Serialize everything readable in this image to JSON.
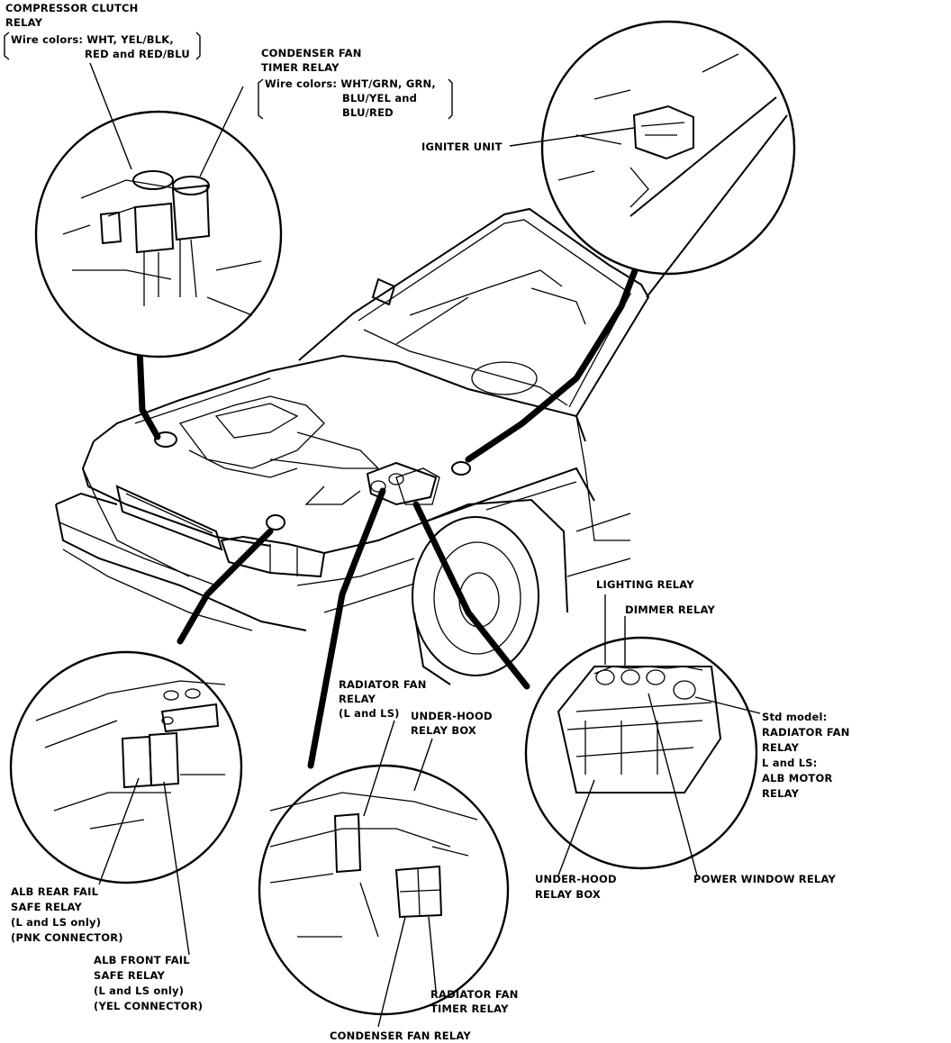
{
  "labels": {
    "compressor_clutch_relay": {
      "lines": [
        "COMPRESSOR CLUTCH",
        "RELAY"
      ]
    },
    "compressor_wire_colors": {
      "lines": [
        "Wire colors: WHT, YEL/BLK,",
        "RED and RED/BLU"
      ]
    },
    "condenser_fan_timer_relay": {
      "lines": [
        "CONDENSER FAN",
        "TIMER RELAY"
      ]
    },
    "condenser_timer_wire_colors": {
      "lines": [
        "Wire colors: WHT/GRN, GRN,",
        "BLU/YEL and",
        "BLU/RED"
      ]
    },
    "igniter_unit": {
      "lines": [
        "IGNITER UNIT"
      ]
    },
    "lighting_relay": {
      "lines": [
        "LIGHTING RELAY"
      ]
    },
    "dimmer_relay": {
      "lines": [
        "DIMMER RELAY"
      ]
    },
    "std_model_radiator": {
      "lines": [
        "Std model:",
        "RADIATOR FAN",
        "RELAY",
        "L and LS:",
        "ALB MOTOR",
        "RELAY"
      ]
    },
    "power_window_relay": {
      "lines": [
        "POWER WINDOW RELAY"
      ]
    },
    "under_hood_relay_box_right": {
      "lines": [
        "UNDER-HOOD",
        "RELAY BOX"
      ]
    },
    "radiator_fan_relay": {
      "lines": [
        "RADIATOR FAN",
        "RELAY",
        "(L and LS)"
      ]
    },
    "under_hood_relay_box_mid": {
      "lines": [
        "UNDER-HOOD",
        "RELAY BOX"
      ]
    },
    "alb_rear_fail_safe": {
      "lines": [
        "ALB REAR FAIL",
        "SAFE RELAY",
        "(L and LS only)",
        "(PNK CONNECTOR)"
      ]
    },
    "alb_front_fail_safe": {
      "lines": [
        "ALB FRONT FAIL",
        "SAFE RELAY",
        "(L and LS only)",
        "(YEL CONNECTOR)"
      ]
    },
    "radiator_fan_timer_relay": {
      "lines": [
        "RADIATOR FAN",
        "TIMER RELAY"
      ]
    },
    "condenser_fan_relay": {
      "lines": [
        "CONDENSER FAN RELAY"
      ]
    }
  }
}
